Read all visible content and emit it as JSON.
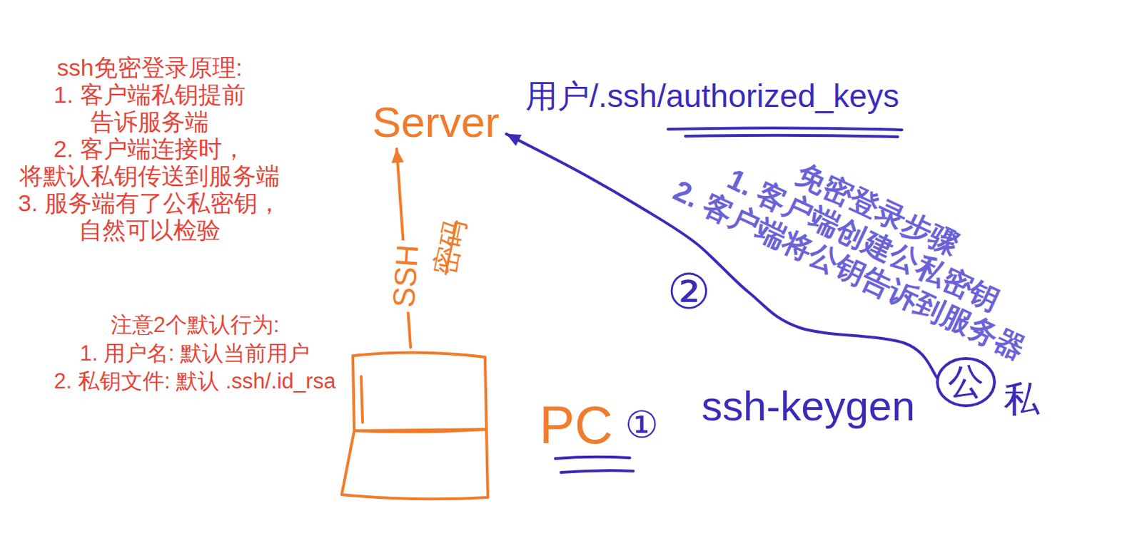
{
  "diagram": {
    "nodes": [
      {
        "text": [
          "Server"
        ]
      },
      {
        "text": [
          "PC"
        ]
      },
      {
        "text": [
          "公"
        ]
      }
    ],
    "edges": [
      {
        "from": 1,
        "to": 0,
        "arrow": "to",
        "label": "SSH"
      },
      {
        "from": 2,
        "to": 0,
        "arrow": "to"
      }
    ],
    "labels": [
      "ssh免密登录原理:",
      "1. 客户端私钥提前 告诉服务端",
      "2. 客户端连接时， 将默认私钥传送到服务端",
      "3. 服务端有了公私密钥， 自然可以检验",
      "注意2个默认行为:",
      "1. 用户名: 默认当前用户",
      "2. 私钥文件: 默认 .ssh/.id_rsa",
      "用户/.ssh/authorized_keys",
      "免密登录步骤",
      "1. 客户端创建公私密钥",
      "2. 客户端将公钥告诉到服务器",
      "②",
      "①",
      "ssh-keygen",
      "私",
      "密码"
    ]
  }
}
